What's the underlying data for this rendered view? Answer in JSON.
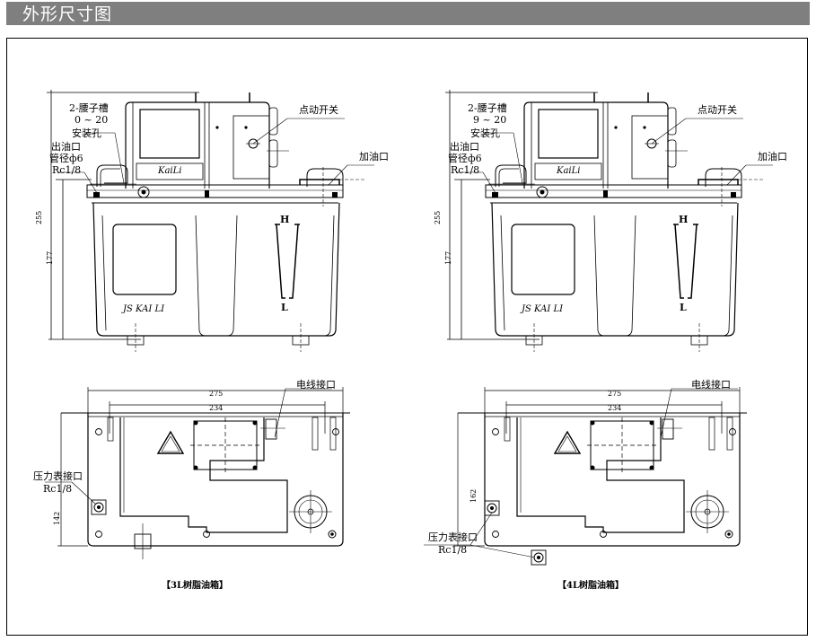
{
  "header": {
    "title": "外形尺寸图"
  },
  "drawings": [
    {
      "id": "3L",
      "front_view": {
        "labels": {
          "slot": "2-腰子槽",
          "slot_size": "0 ~ 20",
          "mount_hole": "安装孔",
          "outlet": "出油口",
          "outlet_pipe": "管径ф6",
          "outlet_thread": "Rc1/8",
          "jog_switch": "点动开关",
          "fill_port": "加油口",
          "brand_window": "KaiLi",
          "tank_brand": "JS KAI LI",
          "level_high": "H",
          "level_low": "L"
        },
        "dimensions": {
          "height_total": "255",
          "height_tank": "177"
        }
      },
      "top_view": {
        "labels": {
          "cable_port": "电线接口",
          "gauge_port": "压力表接口",
          "gauge_thread": "Rc1/8"
        },
        "dimensions": {
          "width_outer": "275",
          "width_inner": "234",
          "depth": "142"
        }
      },
      "caption": "【3L树脂油箱】"
    },
    {
      "id": "4L",
      "front_view": {
        "labels": {
          "slot": "2-腰子槽",
          "slot_size": "9 ~ 20",
          "mount_hole": "安装孔",
          "outlet": "出油口",
          "outlet_pipe": "管径ф6",
          "outlet_thread": "Rc1/8",
          "jog_switch": "点动开关",
          "fill_port": "加油口",
          "brand_window": "KaiLi",
          "tank_brand": "JS KAI LI",
          "level_high": "H",
          "level_low": "L"
        },
        "dimensions": {
          "height_total": "255",
          "height_tank": "177"
        }
      },
      "top_view": {
        "labels": {
          "cable_port": "电线接口",
          "gauge_port": "压力表接口",
          "gauge_thread": "Rc1/8"
        },
        "dimensions": {
          "width_outer": "275",
          "width_inner": "234",
          "depth": "162"
        }
      },
      "caption": "【4L树脂油箱】"
    }
  ]
}
